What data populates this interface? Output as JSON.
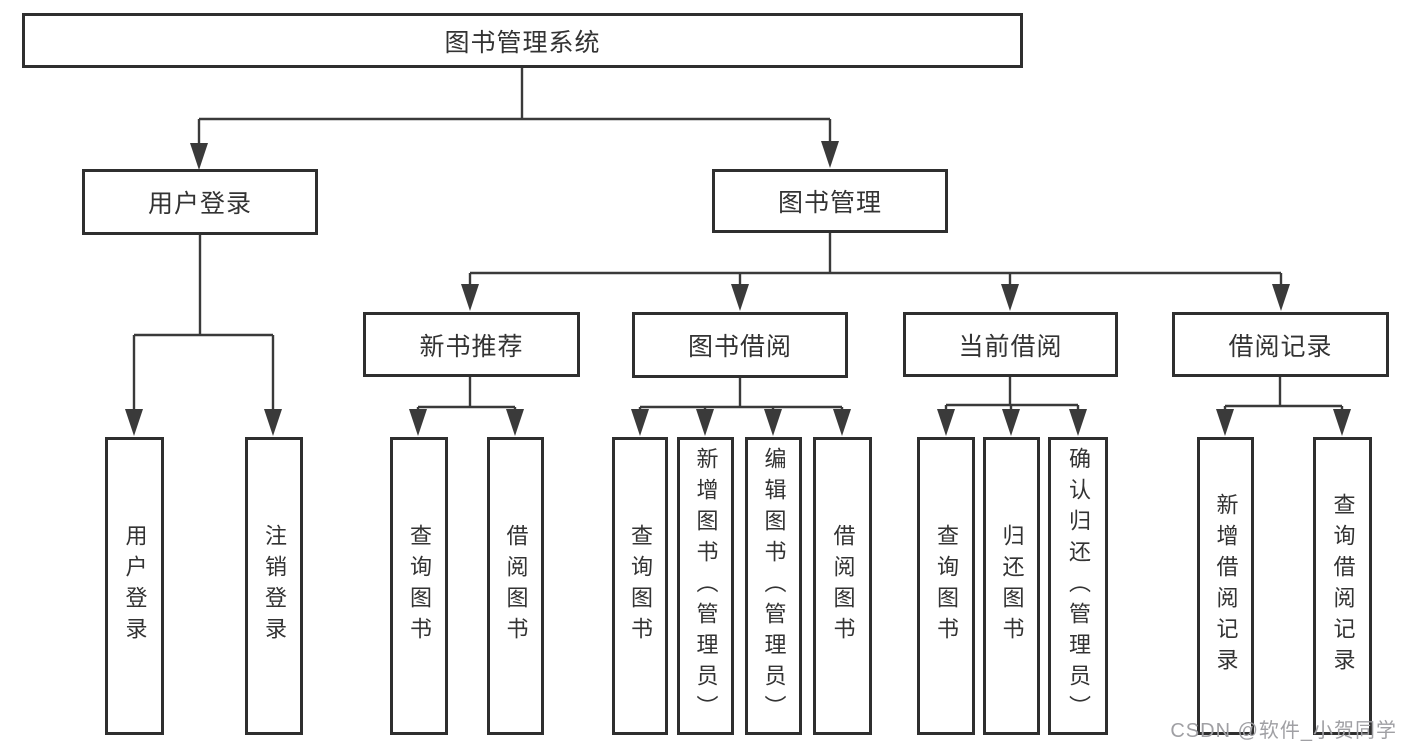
{
  "colors": {
    "background": "#ffffff",
    "box_fill": "#ffffff",
    "border": "#2f2f2f",
    "line": "#3a3a3a",
    "text": "#333333",
    "watermark": "#a0a0a4"
  },
  "diagram": {
    "root": {
      "label": "图书管理系统"
    },
    "branches": [
      {
        "label": "用户登录"
      },
      {
        "label": "图书管理"
      }
    ],
    "modules": [
      {
        "label": "新书推荐",
        "parent": "图书管理"
      },
      {
        "label": "图书借阅",
        "parent": "图书管理"
      },
      {
        "label": "当前借阅",
        "parent": "图书管理"
      },
      {
        "label": "借阅记录",
        "parent": "图书管理"
      }
    ],
    "leaves": [
      {
        "label": "用户登录",
        "parent": "用户登录"
      },
      {
        "label": "注销登录",
        "parent": "用户登录"
      },
      {
        "label": "查询图书",
        "parent": "新书推荐"
      },
      {
        "label": "借阅图书",
        "parent": "新书推荐"
      },
      {
        "label": "查询图书",
        "parent": "图书借阅"
      },
      {
        "label": "新增图书（管理员）",
        "parent": "图书借阅"
      },
      {
        "label": "编辑图书（管理员）",
        "parent": "图书借阅"
      },
      {
        "label": "借阅图书",
        "parent": "图书借阅"
      },
      {
        "label": "查询图书",
        "parent": "当前借阅"
      },
      {
        "label": "归还图书",
        "parent": "当前借阅"
      },
      {
        "label": "确认归还（管理员）",
        "parent": "当前借阅"
      },
      {
        "label": "新增借阅记录",
        "parent": "借阅记录"
      },
      {
        "label": "查询借阅记录",
        "parent": "借阅记录"
      }
    ]
  },
  "watermark": {
    "text": "CSDN @软件_小贺同学"
  }
}
